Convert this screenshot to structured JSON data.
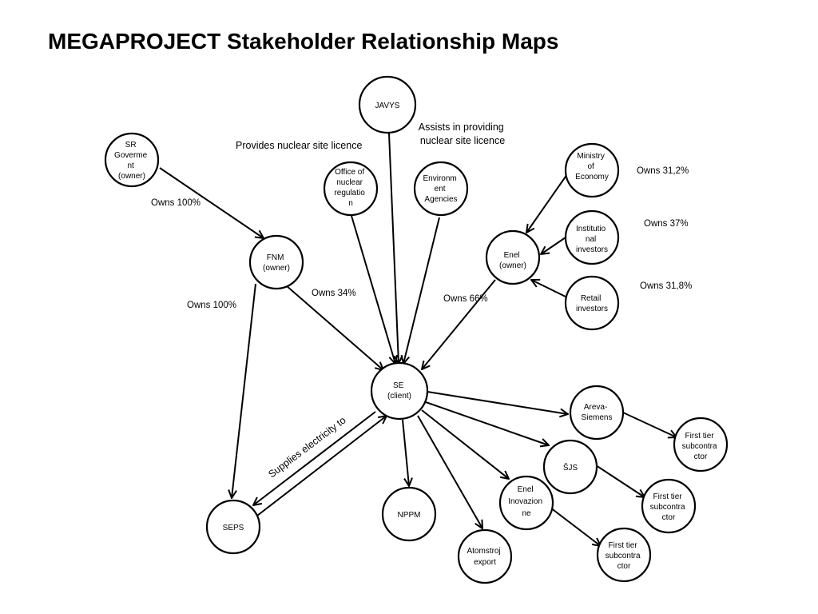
{
  "title": "MEGAPROJECT Stakeholder Relationship Maps",
  "nodes": {
    "sr_government": [
      "SR",
      "Goverme",
      "nt",
      "(owner)"
    ],
    "fnm": [
      "FNM",
      "(owner)"
    ],
    "javys": [
      "JAVYS"
    ],
    "office_nuclear": [
      "Office of",
      "nuclear",
      "regulatio",
      "n"
    ],
    "environment": [
      "Environm",
      "ent",
      "Agencies"
    ],
    "ministry": [
      "Ministry",
      "of",
      "Economy"
    ],
    "institutional": [
      "Institutio",
      "nal",
      "investors"
    ],
    "retail": [
      "Retail",
      "investors"
    ],
    "enel": [
      "Enel",
      "(owner)"
    ],
    "se": [
      "SE",
      "(client)"
    ],
    "areva": [
      "Areva-",
      "Siemens"
    ],
    "first_tier_1": [
      "First tier",
      "subcontra",
      "ctor"
    ],
    "sjs": [
      "ŠJS"
    ],
    "first_tier_2": [
      "First tier",
      "subcontra",
      "ctor"
    ],
    "enel_inovazione": [
      "Enel",
      "Inovazion",
      "ne"
    ],
    "first_tier_3": [
      "First tier",
      "subcontra",
      "ctor"
    ],
    "atomstroj": [
      "Atomstroj",
      "export"
    ],
    "nppm": [
      "NPPM"
    ],
    "seps": [
      "SEPS"
    ]
  },
  "labels": {
    "sr_fnm": "Owns 100%",
    "fnm_seps": "Owns 100%",
    "fnm_se": "Owns 34%",
    "enel_se": "Owns 66%",
    "ministry": "Owns 31,2%",
    "institutional": "Owns 37%",
    "retail": "Owns 31,8%",
    "licence": "Provides nuclear site licence",
    "assists_1": "Assists in providing",
    "assists_2": "nuclear site licence",
    "supplies": "Supplies electricity to"
  }
}
